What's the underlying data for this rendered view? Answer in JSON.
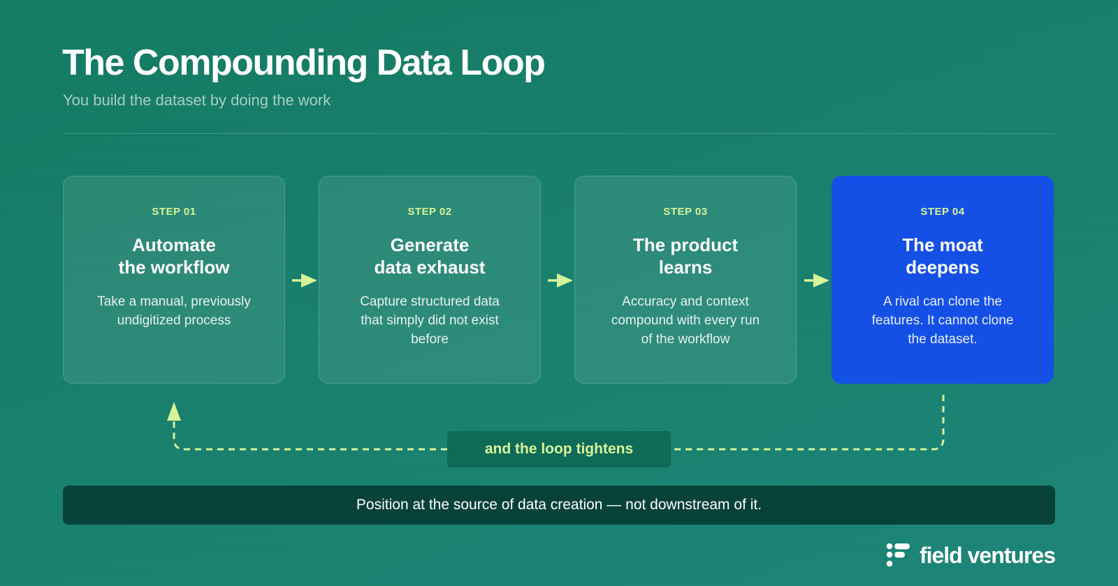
{
  "header": {
    "title": "The Compounding Data Loop",
    "subtitle": "You build the dataset by doing the work"
  },
  "steps": [
    {
      "label": "STEP 01",
      "title": "Automate\nthe workflow",
      "description": "Take a manual, previously undigitized process"
    },
    {
      "label": "STEP 02",
      "title": "Generate\ndata exhaust",
      "description": "Capture structured data that simply did not exist before"
    },
    {
      "label": "STEP 03",
      "title": "The product\nlearns",
      "description": "Accuracy and context compound with every run of the workflow"
    },
    {
      "label": "STEP 04",
      "title": "The moat\ndeepens",
      "description": "A rival can clone the features. It cannot clone the dataset."
    }
  ],
  "loop": {
    "label": "and the loop tightens"
  },
  "footer": {
    "statement": "Position at the source of data creation — not downstream of it.",
    "brand": "field ventures"
  },
  "colors": {
    "background": "#187f6c",
    "accent": "#d6f59a",
    "highlight_card": "#1450e6",
    "footer_bar": "#07423a"
  }
}
